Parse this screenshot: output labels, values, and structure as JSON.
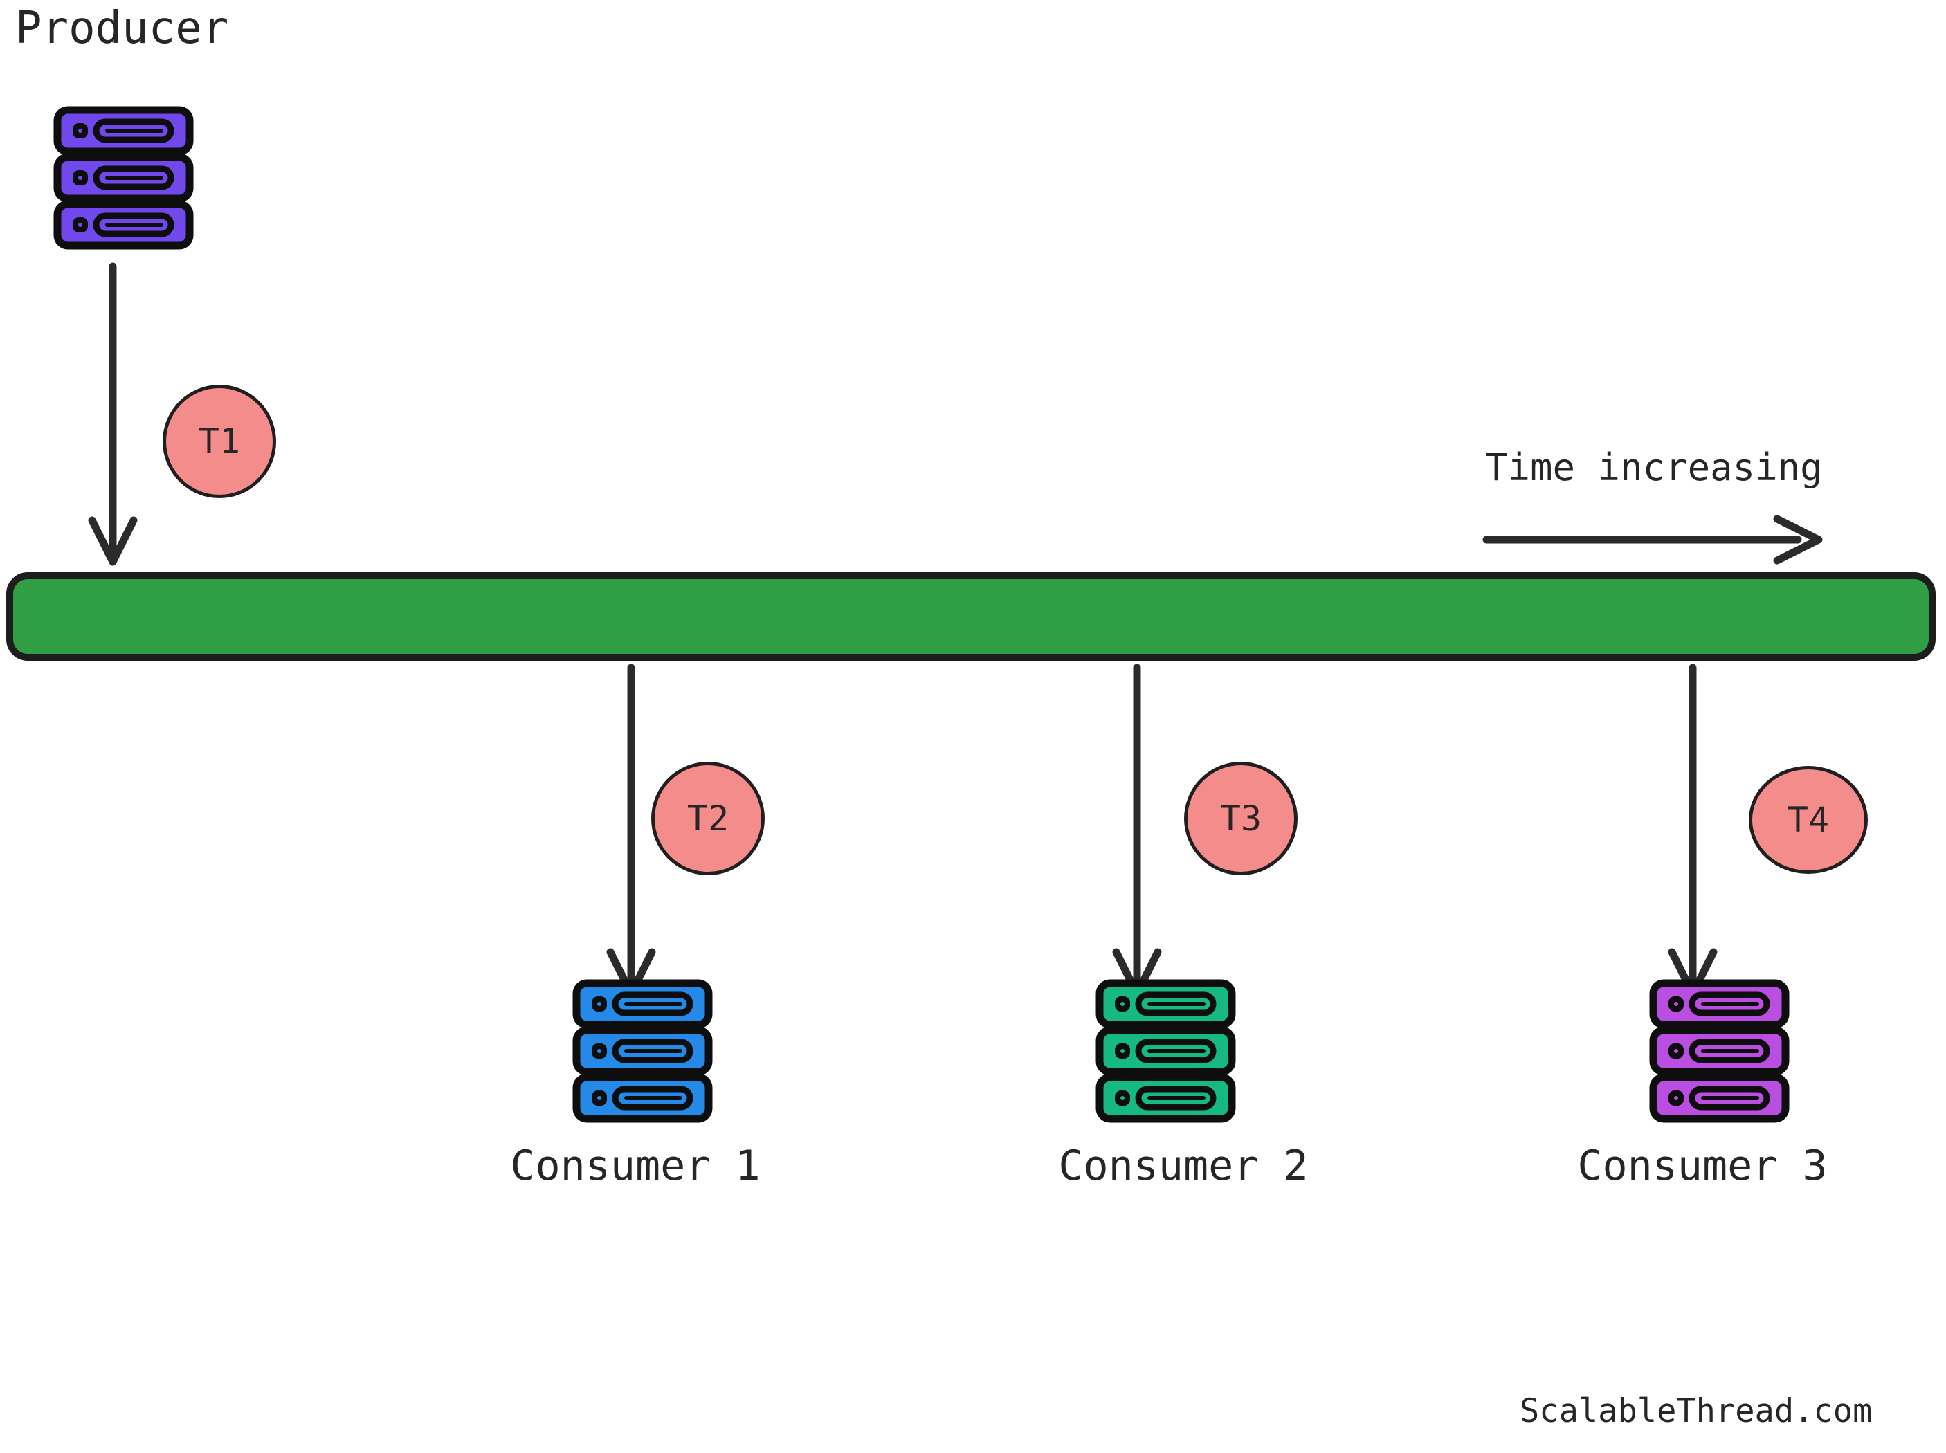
{
  "producer": {
    "label": "Producer"
  },
  "timeline": {
    "time_label": "Time increasing"
  },
  "badges": {
    "t1": "T1",
    "t2": "T2",
    "t3": "T3",
    "t4": "T4"
  },
  "consumers": [
    {
      "label": "Consumer 1"
    },
    {
      "label": "Consumer 2"
    },
    {
      "label": "Consumer 3"
    }
  ],
  "footer": {
    "label": "ScalableThread.com"
  },
  "colors": {
    "producer_icon": "#7148EB",
    "consumer1_icon": "#2589E8",
    "consumer2_icon": "#17B983",
    "consumer3_icon": "#B94EE0",
    "bar": "#2F9E45",
    "bar_border": "#1D1D1D",
    "icon_border": "#0E0E0E",
    "badge_fill": "#F58C8C",
    "badge_border": "#1F1F1F",
    "arrow": "#2B2B2B",
    "text": "#262626"
  }
}
